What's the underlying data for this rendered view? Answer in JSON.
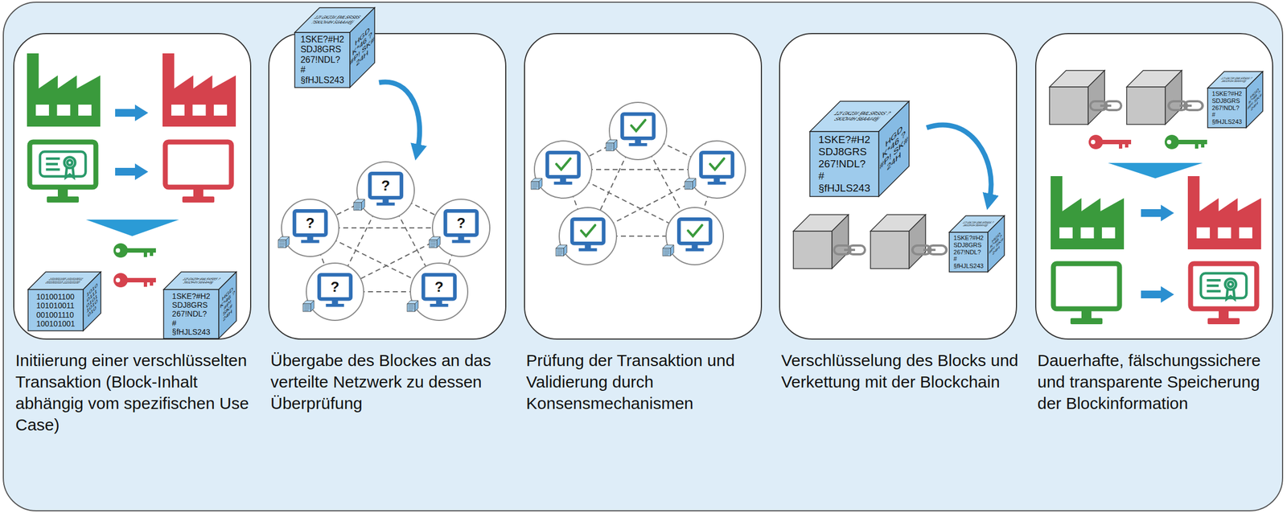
{
  "diagram": {
    "nodes": [
      {
        "text": [
          "Initiierung einer verschlüsselten Transaktion (Block-Inhalt abhängig vom spezifischen Use Case)"
        ]
      },
      {
        "text": [
          "101001100 101010011 001001110 100101001",
          "1010 0111 0101 1010 010",
          "101001100 101010011 001001010 111010100"
        ],
        "in": 0
      },
      {
        "text": [
          "1SKE?#H2 SDJ8GRS 267!NDL?# §fHJLS243",
          "HGD K*46 ?#P! SK# 24H",
          "12l GK23# §MLSRS8S ?SKIO#4H 56AA#4§j"
        ],
        "in": 0
      },
      {
        "text": [
          "Übergabe des Blockes an das verteilte Netzwerk zu dessen Überprüfung"
        ]
      },
      {
        "text": [
          "1SKE?#H2 SDJ8GRS 267!NDL?# §fHJLS243",
          "HGD K*46 ?#P! SK# 24H",
          "12l GK23# §MLSRS8S ?SKIO#4H 56AA#4§j"
        ],
        "in": 3
      },
      {
        "text": [
          "Prüfung der Transaktion und Validierung durch Konsensmechanismen"
        ]
      },
      {
        "text": [
          "Verschlüsselung des Blocks und Verkettung mit der Blockchain"
        ]
      },
      {
        "text": [
          "1SKE?#H2 SDJ8GRS 267!NDL?# §fHJLS243",
          "HGD K*46 ?#P! SK# 24H",
          "12l GK23# §MLSRS8S ?SKIO#4H 56AA#4§j"
        ],
        "in": 6
      },
      {
        "text": [
          "1SKE?#H2 SDJ8GRS 267!NDL?# §fHJLS243",
          "HGD K*46 ?#P! SK# 24H",
          "12l GK23# §MLSRS8S ?SKIO#4H 56AA#4§j"
        ],
        "in": 6
      },
      {
        "text": [
          "Dauerhafte, fälschungssichere und transparente Speicherung der Blockinformation"
        ]
      },
      {
        "text": [
          "1SKE?#H2 SDJ8GRS 267!NDL?# §fHJLS243",
          "HGD K*46 ?#P! SK# 24H",
          "12l GK23# §MLSRS8S ?SKIO#4H 56AA#4§j"
        ],
        "in": 9
      }
    ],
    "labels": [
      "?",
      "?",
      "?",
      "?",
      "?"
    ]
  }
}
